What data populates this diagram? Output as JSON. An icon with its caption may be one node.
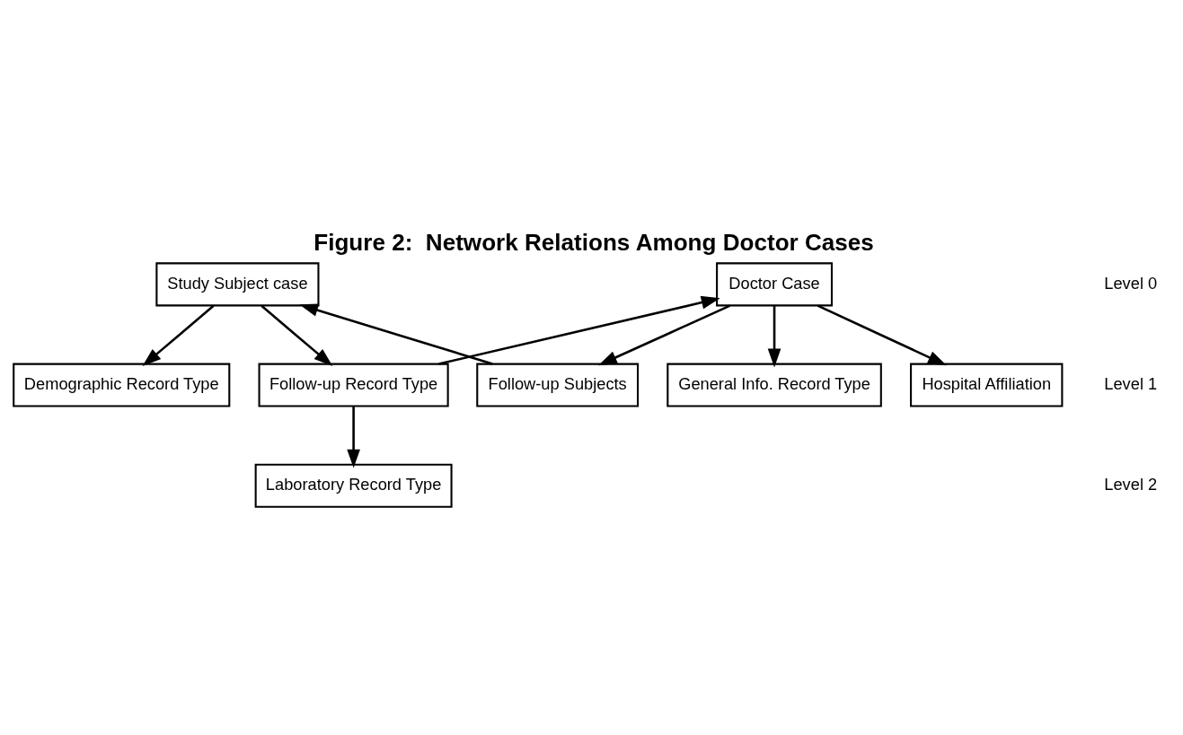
{
  "diagram": {
    "title": "Figure 2:  Network Relations Among Doctor Cases",
    "nodes": [
      {
        "text": [
          "Study Subject case"
        ]
      },
      {
        "text": [
          "Doctor Case"
        ]
      },
      {
        "text": [
          "Demographic Record Type"
        ]
      },
      {
        "text": [
          "Follow-up Record Type"
        ]
      },
      {
        "text": [
          "General Info. Record Type"
        ]
      },
      {
        "text": [
          "Hospital Affiliation"
        ]
      },
      {
        "text": [
          "Follow-up Subjects"
        ]
      },
      {
        "text": [
          "Laboratory Record Type"
        ]
      }
    ],
    "edges": [
      {
        "from": 0,
        "to": 2,
        "arrow": "to"
      },
      {
        "from": 0,
        "to": 3,
        "arrow": "to"
      },
      {
        "from": 3,
        "to": 1,
        "arrow": "to"
      },
      {
        "from": 1,
        "to": 4,
        "arrow": "to"
      },
      {
        "from": 1,
        "to": 5,
        "arrow": "to"
      },
      {
        "from": 1,
        "to": 6,
        "arrow": "to"
      },
      {
        "from": 6,
        "to": 0,
        "arrow": "to"
      },
      {
        "from": 3,
        "to": 7,
        "arrow": "to"
      }
    ],
    "labels": [
      "Level 0",
      "Level 1",
      "Level 2"
    ]
  }
}
